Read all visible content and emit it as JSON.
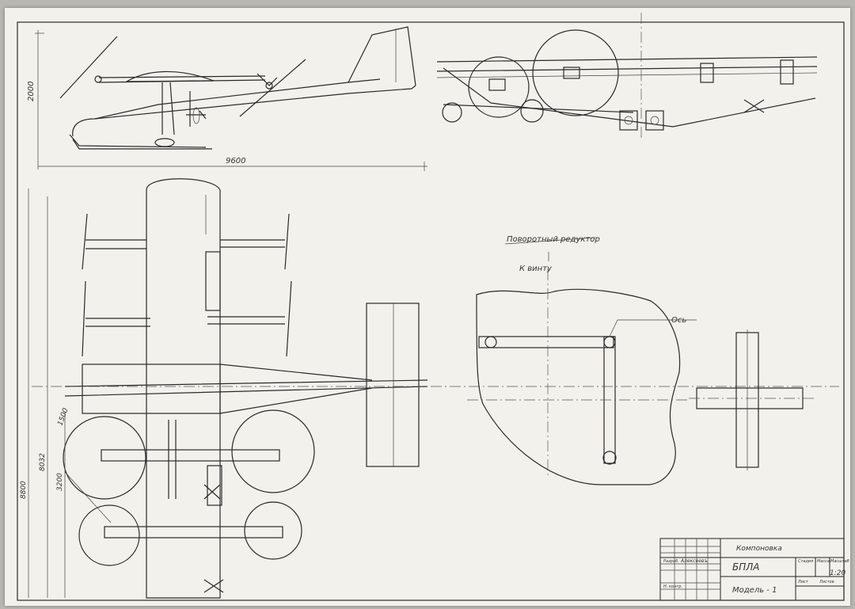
{
  "drawing": {
    "dim_side_height": "2000",
    "dim_side_length": "9600",
    "dim_plan_total": "8800",
    "dim_plan_mid": "8032",
    "dim_plan_inner": "3200",
    "dim_rotor": "1500",
    "label_reducer": "Поворотный редуктор",
    "label_to_prop": "К винту",
    "label_axis": "Ось"
  },
  "title_block": {
    "doc_type": "Компоновка",
    "name": "БПЛА",
    "model": "Модель - 1",
    "scale": "1:20",
    "col_stage": "Стадия",
    "col_mass": "Масса",
    "col_scale": "Масштаб",
    "col_sheet": "Лист",
    "col_sheets": "Листов",
    "row_developer": "Разраб.",
    "row_control": "Н. контр.",
    "developer_name": "Алексеевъ"
  }
}
